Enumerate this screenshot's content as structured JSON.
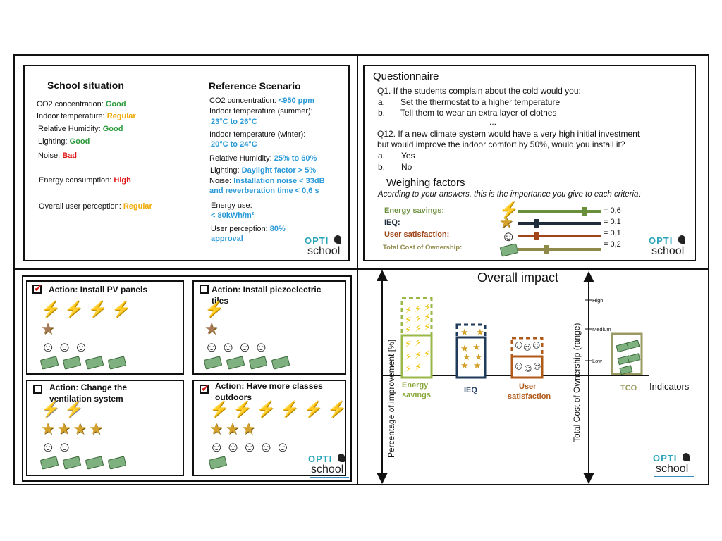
{
  "school_situation": {
    "title": "School situation",
    "rows": [
      {
        "label": "CO2 concentration:",
        "value": "Good",
        "class": "green"
      },
      {
        "label": "Indoor temperature:",
        "value": "Regular",
        "class": "orange"
      },
      {
        "label": "Relative Humidity:",
        "value": "Good",
        "class": "green"
      },
      {
        "label": "Lighting:",
        "value": "Good",
        "class": "green"
      },
      {
        "label": "Noise:",
        "value": "Bad",
        "class": "red"
      },
      {
        "label": "Energy consumption:",
        "value": "High",
        "class": "red"
      },
      {
        "label": "Overall user perception:",
        "value": "Regular",
        "class": "orange"
      }
    ]
  },
  "reference": {
    "title": "Reference Scenario",
    "co2_label": "CO2 concentration:",
    "co2_value": "<950 ppm",
    "temp_summer_label": "Indoor temperature (summer):",
    "temp_summer_value": "23°C to 26°C",
    "temp_winter_label": "Indoor temperature (winter):",
    "temp_winter_value": "20°C to 24°C",
    "humidity_label": "Relative Humidity:",
    "humidity_value": "25% to 60%",
    "lighting_label": "Lighting:",
    "lighting_value": "Daylight factor > 5%",
    "noise_label": "Noise:",
    "noise_value_1": "Installation noise < 33dB",
    "noise_value_2": "and reverberation time < 0,6 s",
    "energy_label": "Energy use:",
    "energy_value": "< 80kWh/m²",
    "perception_label": "User perception:",
    "perception_value_1": "80%",
    "perception_value_2": "approval"
  },
  "logo": {
    "line1": "OPTI",
    "line2": "school"
  },
  "questionnaire": {
    "title": "Questionnaire",
    "q1": "Q1. If the students complain about the cold would you:",
    "q1_a_letter": "a.",
    "q1_a": "Set the thermostat to a higher temperature",
    "q1_b_letter": "b.",
    "q1_b": "Tell them to wear an extra layer of clothes",
    "ellipsis": "...",
    "q12_line1": "Q12. If a new climate system would have a very high initial investment",
    "q12_line2": "but would improve the indoor comfort by 50%, would you install it?",
    "q12_a_letter": "a.",
    "q12_a": "Yes",
    "q12_b_letter": "b.",
    "q12_b": "No"
  },
  "weighing": {
    "title": "Weighing factors",
    "subtitle": "Acording to your answers, this is the importance you give to each criteria:",
    "factors": [
      {
        "label": "Energy savings:",
        "value": "= 0,6",
        "level": 0.6,
        "color": "#6a8f3a",
        "icon": "lightning-icon"
      },
      {
        "label": "IEQ:",
        "value": "= 0,1",
        "level": 0.1,
        "color": "#1f2d3d",
        "icon": "star-icon"
      },
      {
        "label": "User satisfaction:",
        "value": "= 0,1",
        "level": 0.1,
        "color": "#a0461a",
        "icon": "smiley-icon"
      },
      {
        "label": "Total Cost  of Ownership:",
        "value": "= 0,2",
        "level": 0.2,
        "color": "#8f8a4a",
        "icon": "money-icon"
      }
    ]
  },
  "actions": [
    {
      "label": "Action: Install PV panels",
      "checked": true,
      "bolts": 4,
      "stars": 1,
      "smiles": 3,
      "money": 4
    },
    {
      "label_1": "Action: Install piezoelectric",
      "label_2": "tiles",
      "checked": false,
      "bolts": 1,
      "stars": 1,
      "smiles": 4,
      "money": 4
    },
    {
      "label_1": "Action: Change the",
      "label_2": "ventilation system",
      "checked": false,
      "bolts": 2,
      "stars": 4,
      "smiles": 2,
      "money": 4
    },
    {
      "label_1": "Action: Have more classes",
      "label_2": "outdoors",
      "checked": true,
      "bolts": 6,
      "stars": 3,
      "smiles": 5,
      "money": 1
    }
  ],
  "impact": {
    "title": "Overall impact",
    "y_axis": "Percentage of improvement [%]",
    "y2_axis": "Total Cost of Ownership  (range)",
    "x_axis": "Indicators",
    "tco_ticks": [
      "High",
      "Medium",
      "Low"
    ],
    "bars": [
      {
        "label_1": "Energy",
        "label_2": "savings",
        "color": "#9ab84a"
      },
      {
        "label_1": "IEQ",
        "label_2": "",
        "color": "#1f3a5a"
      },
      {
        "label_1": "User",
        "label_2": "satisfaction",
        "color": "#b05a1a"
      },
      {
        "label_1": "TCO",
        "label_2": "",
        "color": "#9a9a62"
      }
    ]
  }
}
